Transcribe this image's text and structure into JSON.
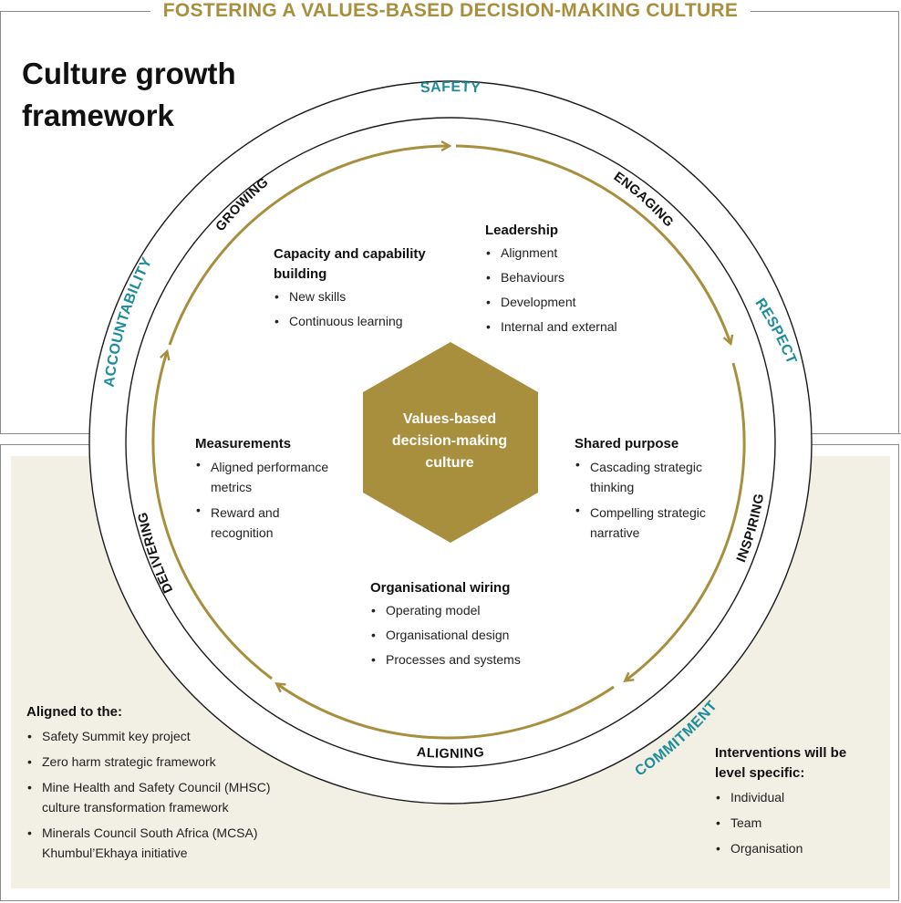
{
  "header": {
    "banner": "FOSTERING A VALUES-BASED DECISION-MAKING CULTURE",
    "title": "Culture growth framework"
  },
  "colors": {
    "gold": "#a88f3d",
    "teal": "#1e8c99",
    "beige": "#f2efe4",
    "hex": "#a88f3d"
  },
  "outer_ring": {
    "safety": "SAFETY",
    "respect": "RESPECT",
    "commitment": "COMMITMENT",
    "accountability": "ACCOUNTABILITY"
  },
  "inner_ring": {
    "growing": "GROWING",
    "engaging": "ENGAGING",
    "inspiring": "INSPIRING",
    "aligning": "ALIGNING",
    "delivering": "DELIVERING"
  },
  "center": {
    "label": "Values-based decision-making culture"
  },
  "sections": {
    "capacity": {
      "title": "Capacity and capability building",
      "items": [
        "New skills",
        "Continuous learning"
      ]
    },
    "leadership": {
      "title": "Leadership",
      "items": [
        "Alignment",
        "Behaviours",
        "Development",
        "Internal and external"
      ]
    },
    "measurements": {
      "title": "Measurements",
      "items": [
        "Aligned performance metrics",
        "Reward and recognition"
      ]
    },
    "shared_purpose": {
      "title": "Shared purpose",
      "items": [
        "Cascading strategic thinking",
        "Compelling strategic narrative"
      ]
    },
    "wiring": {
      "title": "Organisational wiring",
      "items": [
        "Operating model",
        "Organisational design",
        "Processes and systems"
      ]
    }
  },
  "aligned": {
    "title": "Aligned to the:",
    "items": [
      "Safety Summit key project",
      "Zero harm strategic framework",
      "Mine Health and Safety Council (MHSC) culture transformation framework",
      "Minerals Council South Africa (MCSA) Khumbul’Ekhaya initiative"
    ]
  },
  "interventions": {
    "title": "Interventions will be level specific:",
    "items": [
      "Individual",
      "Team",
      "Organisation"
    ]
  }
}
